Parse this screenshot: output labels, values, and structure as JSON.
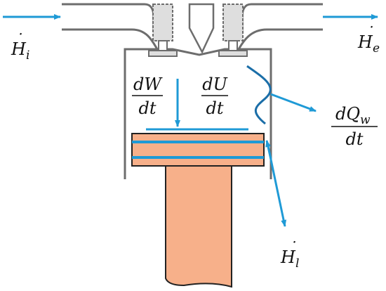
{
  "diagram": {
    "labels": {
      "inlet_enthalpy": {
        "symbol": "H",
        "dot": "˙",
        "sub": "i"
      },
      "exit_enthalpy": {
        "symbol": "H",
        "dot": "˙",
        "sub": "e"
      },
      "leak_enthalpy": {
        "symbol": "H",
        "dot": "˙",
        "sub": "l"
      },
      "work_rate": {
        "num": "dW",
        "den": "dt"
      },
      "energy_rate": {
        "num": "dU",
        "den": "dt"
      },
      "heat_rate": {
        "num": "dQ",
        "num_sub": "w",
        "den": "dt"
      }
    }
  },
  "colors": {
    "wall": "#6d6d6d",
    "arrow": "#1f9ad6",
    "piston": "#f7b08a",
    "piston_edge": "#222222",
    "valve_fill": "#dedede",
    "heat_curve": "#1b6ea8",
    "text": "#111111"
  }
}
